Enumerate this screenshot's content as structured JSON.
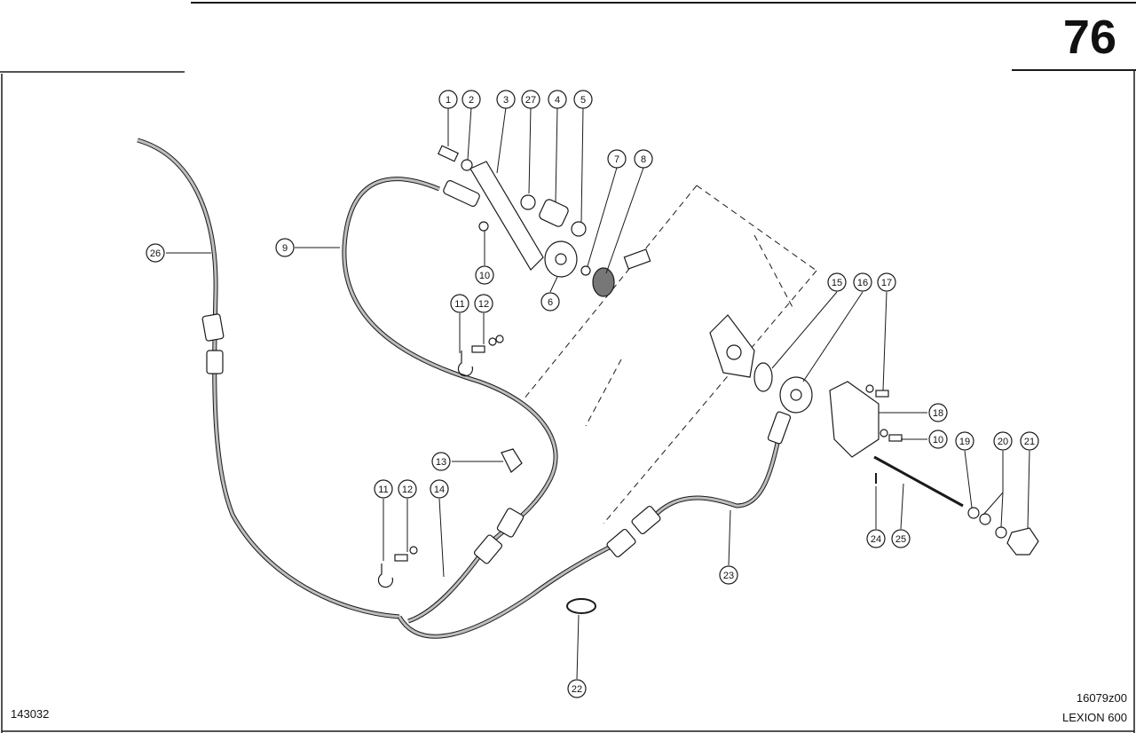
{
  "page_number": "76",
  "drawing_number": "16079z00",
  "model": "LEXION 600",
  "figure_id": "143032",
  "callouts": [
    "1",
    "2",
    "3",
    "27",
    "4",
    "5",
    "7",
    "8",
    "6",
    "9",
    "10",
    "11",
    "12",
    "13",
    "14",
    "11",
    "12",
    "15",
    "16",
    "17",
    "18",
    "10",
    "19",
    "20",
    "21",
    "24",
    "25",
    "23",
    "22",
    "26"
  ],
  "colors": {
    "ink": "#1a1a1a",
    "cable": "#9a9a9a",
    "paper": "#ffffff"
  }
}
